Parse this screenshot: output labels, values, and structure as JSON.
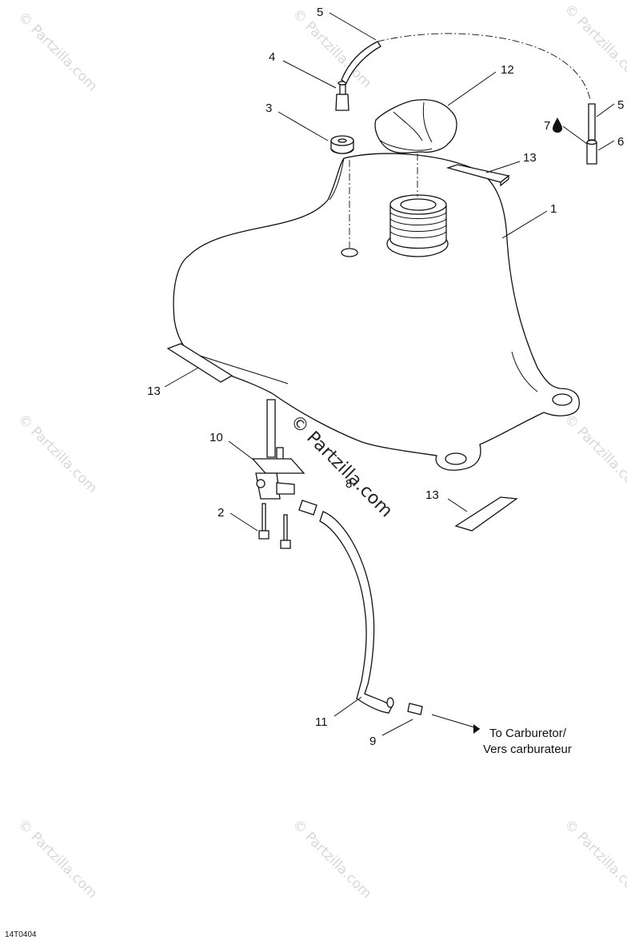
{
  "diagram_code": "14T0404",
  "watermark": "© Partzilla.com",
  "callouts": {
    "c1": "1",
    "c2": "2",
    "c3": "3",
    "c4": "4",
    "c5a": "5",
    "c5b": "5",
    "c6": "6",
    "c7": "7",
    "c8": "8",
    "c9": "9",
    "c10": "10",
    "c11": "11",
    "c12": "12",
    "c13a": "13",
    "c13b": "13",
    "c13c": "13"
  },
  "destination": {
    "line1": "To Carburetor/",
    "line2": "Vers carburateur"
  },
  "colors": {
    "ink": "#111111",
    "watermark": "#d8d8d8",
    "background": "#ffffff"
  },
  "icons": {
    "fluid": "drop-icon"
  }
}
